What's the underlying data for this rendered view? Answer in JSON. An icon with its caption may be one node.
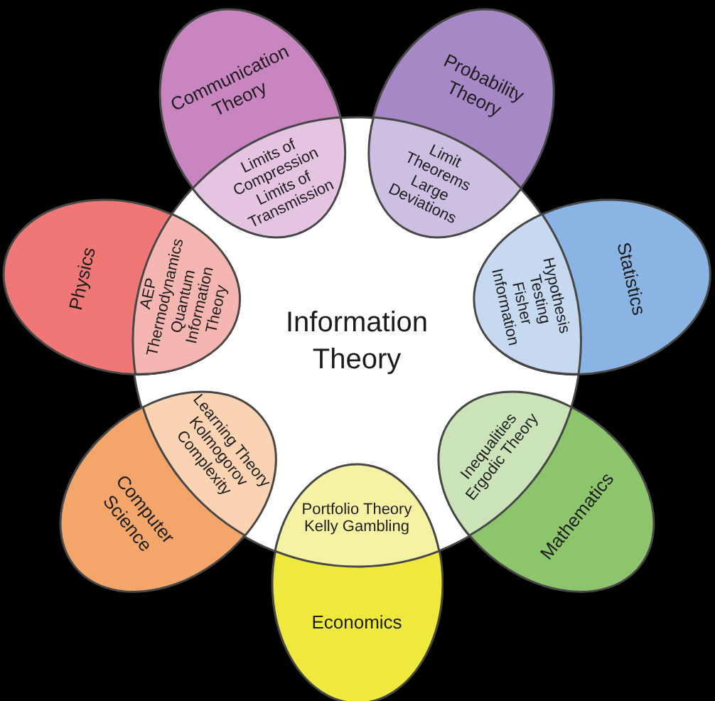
{
  "diagram": {
    "nodes": [
      {
        "text": [
          "Information Theory"
        ]
      },
      {
        "text": [
          "Communication Theory"
        ]
      },
      {
        "text": [
          "Limits of Compression",
          "Limits of Transmission"
        ]
      },
      {
        "text": [
          "Probability Theory"
        ]
      },
      {
        "text": [
          "Limit Theorems",
          "Large Deviations"
        ]
      },
      {
        "text": [
          "Statistics"
        ]
      },
      {
        "text": [
          "Hypothesis Testing",
          "Fisher Information"
        ]
      },
      {
        "text": [
          "Mathematics"
        ]
      },
      {
        "text": [
          "Inequalities",
          "Ergodic Theory"
        ]
      },
      {
        "text": [
          "Economics"
        ]
      },
      {
        "text": [
          "Portfolio Theory",
          "Kelly Gambling"
        ]
      },
      {
        "text": [
          "Computer Science"
        ]
      },
      {
        "text": [
          "Learning Theory",
          "Kolmogorov Complexity"
        ]
      },
      {
        "text": [
          "Physics"
        ]
      },
      {
        "text": [
          "AEP",
          "Thermodynamics",
          "Quantum Information Theory"
        ]
      }
    ]
  }
}
